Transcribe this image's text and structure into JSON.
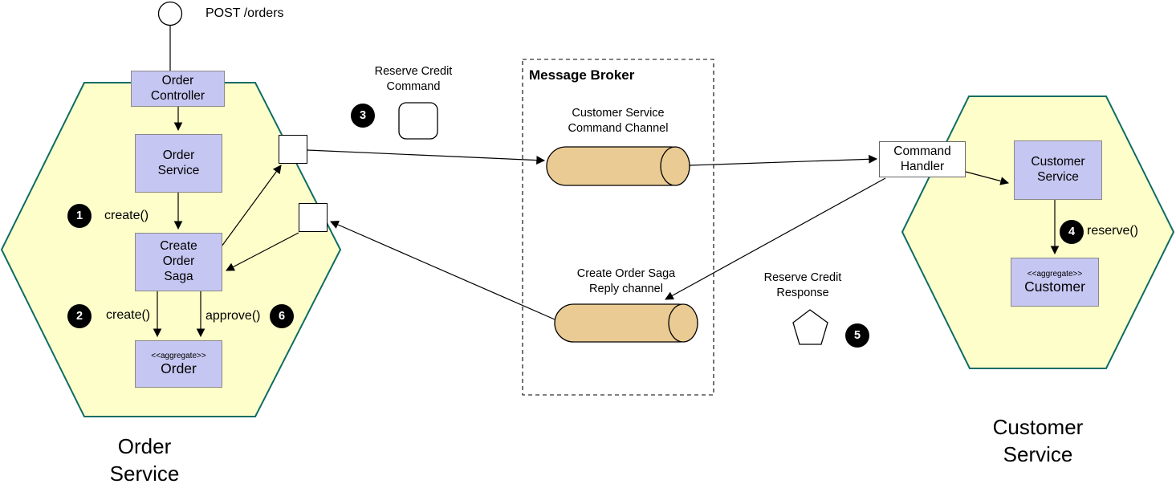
{
  "colors": {
    "hexagon-fill": "#FDFEC9",
    "hexagon-border": "#0E6D66",
    "component-fill": "#C6C6F2",
    "component-border": "#8A8A8A",
    "channel-fill": "#EACB93",
    "channel-border": "#000000",
    "handler-fill": "#FFFFFF",
    "badge-fill": "#000000",
    "badge-text": "#FFFFFF",
    "line": "#000000",
    "background": "#FFFFFF"
  },
  "actor": {
    "label": "POST /orders",
    "icon": "actor-circle"
  },
  "order_hexagon": {
    "name": "Order\nService",
    "controller": "Order\nController",
    "service": "Order\nService",
    "saga": "Create\nOrder\nSaga",
    "aggregate": {
      "stereotype": "<<aggregate>>",
      "name": "Order"
    },
    "steps": {
      "s1": {
        "num": "1",
        "label": "create()"
      },
      "s2": {
        "num": "2",
        "label": "create()"
      },
      "s6": {
        "num": "6",
        "label": "approve()"
      }
    }
  },
  "message_broker": {
    "title": "Message Broker",
    "command_channel": "Customer Service\nCommand Channel",
    "reply_channel": "Create Order Saga\nReply channel",
    "channel_icon": "cylinder"
  },
  "messages": {
    "command": {
      "label": "Reserve Credit\nCommand",
      "num": "3",
      "icon": "rounded-square"
    },
    "response": {
      "label": "Reserve Credit\nResponse",
      "num": "5",
      "icon": "pentagon"
    }
  },
  "customer_hexagon": {
    "name": "Customer\nService",
    "command_handler": "Command\nHandler",
    "service": "Customer\nService",
    "aggregate": {
      "stereotype": "<<aggregate>>",
      "name": "Customer"
    },
    "steps": {
      "s4": {
        "num": "4",
        "label": "reserve()"
      }
    }
  }
}
